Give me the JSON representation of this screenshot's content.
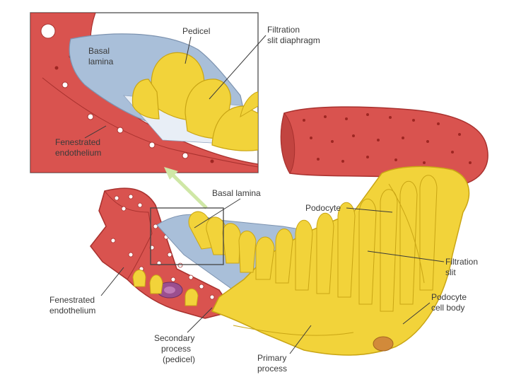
{
  "colors": {
    "endothelium": "#d9534f",
    "endothelium_dark": "#a8312e",
    "basal_lamina": "#a9bfd9",
    "podocyte": "#f2d33a",
    "podocyte_dark": "#c9a514",
    "pore": "#9e2622",
    "arrow": "#cfe7a6",
    "frame": "#555555",
    "nucleus": "#9b4f8f",
    "cell_body_nucleus": "#d28a3a"
  },
  "labels": {
    "inset_pedicel": "Pedicel",
    "inset_filtration_line1": "Filtration",
    "inset_filtration_line2": "slit diaphragm",
    "inset_basal_line1": "Basal",
    "inset_basal_line2": "lamina",
    "inset_fenestrated_line1": "Fenestrated",
    "inset_fenestrated_line2": "endothelium",
    "basal_lamina": "Basal lamina",
    "podocyte": "Podocyte",
    "filtration_slit_line1": "Filtration",
    "filtration_slit_line2": "slit",
    "podocyte_cell_body_line1": "Podocyte",
    "podocyte_cell_body_line2": "cell body",
    "fenestrated_line1": "Fenestrated",
    "fenestrated_line2": "endothelium",
    "secondary_line1": "Secondary",
    "secondary_line2": "process",
    "secondary_line3": "(pedicel)",
    "primary_line1": "Primary",
    "primary_line2": "process"
  }
}
